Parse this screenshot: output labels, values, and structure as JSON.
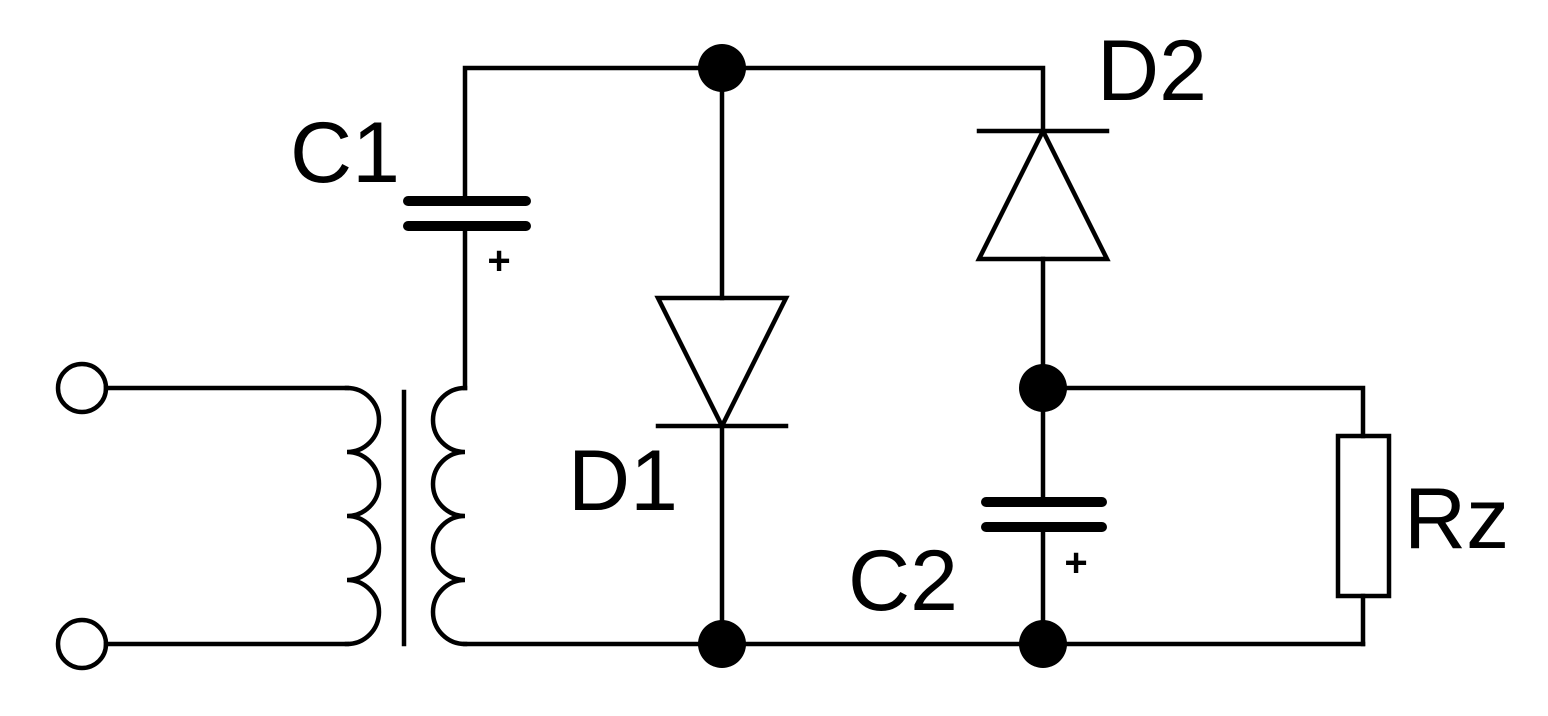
{
  "labels": {
    "c1": "C1",
    "c2": "C2",
    "d1": "D1",
    "d2": "D2",
    "rz": "Rz",
    "c1_polarity": "+",
    "c2_polarity": "+"
  },
  "components": [
    {
      "id": "C1",
      "type": "polarized-capacitor"
    },
    {
      "id": "C2",
      "type": "polarized-capacitor"
    },
    {
      "id": "D1",
      "type": "diode"
    },
    {
      "id": "D2",
      "type": "diode"
    },
    {
      "id": "Rz",
      "type": "resistor"
    },
    {
      "id": "transformer",
      "type": "transformer"
    }
  ]
}
